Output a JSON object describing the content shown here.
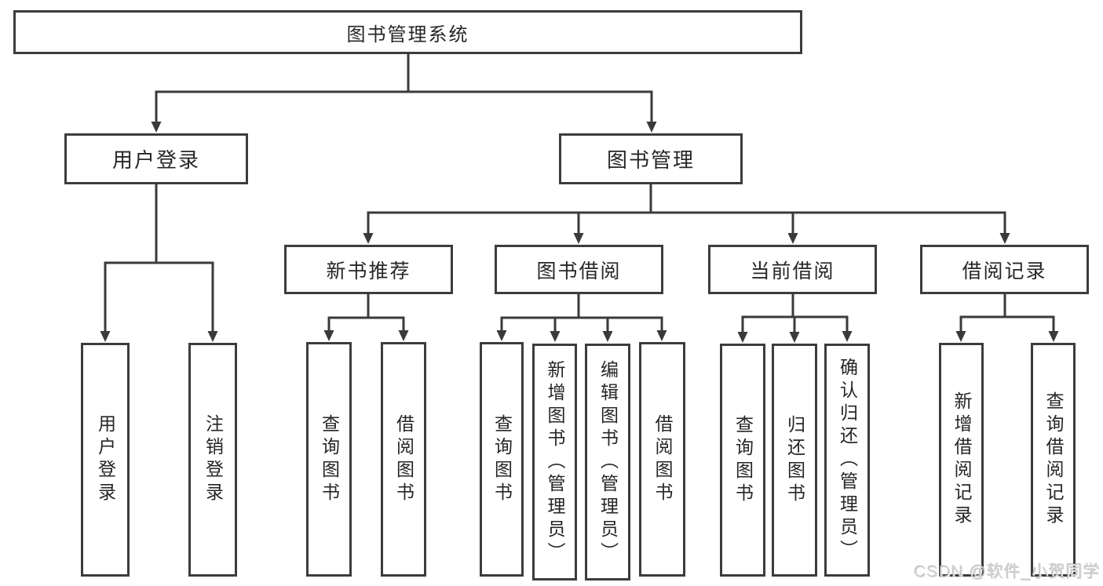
{
  "title": "图书管理系统",
  "watermark": "CSDN @软件_小贺同学",
  "colors": {
    "background": "#ffffff",
    "line": "#3a3a3a",
    "box_border": "#3c3c3c",
    "text": "#262626",
    "watermark": "#d2d2d2"
  },
  "tree": {
    "root": "图书管理系统",
    "children": [
      {
        "label": "用户登录",
        "children": [
          {
            "label": "用户登录"
          },
          {
            "label": "注销登录"
          }
        ]
      },
      {
        "label": "图书管理",
        "children": [
          {
            "label": "新书推荐",
            "children": [
              {
                "label": "查询图书"
              },
              {
                "label": "借阅图书"
              }
            ]
          },
          {
            "label": "图书借阅",
            "children": [
              {
                "label": "查询图书"
              },
              {
                "label": "新增图书（管理员）"
              },
              {
                "label": "编辑图书（管理员）"
              },
              {
                "label": "借阅图书"
              }
            ]
          },
          {
            "label": "当前借阅",
            "children": [
              {
                "label": "查询图书"
              },
              {
                "label": "归还图书"
              },
              {
                "label": "确认归还（管理员）"
              }
            ]
          },
          {
            "label": "借阅记录",
            "children": [
              {
                "label": "新增借阅记录"
              },
              {
                "label": "查询借阅记录"
              }
            ]
          }
        ]
      }
    ]
  }
}
